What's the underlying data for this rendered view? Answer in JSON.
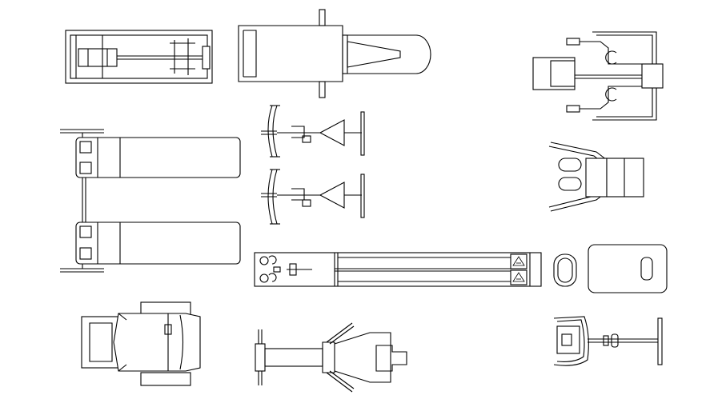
{
  "drawing": {
    "background": "#ffffff",
    "line_color": "#000000",
    "symbols": [
      {
        "id": "machine-top-left"
      },
      {
        "id": "leg-press-top"
      },
      {
        "id": "multi-station-top-right"
      },
      {
        "id": "bench-upper"
      },
      {
        "id": "bench-lower"
      },
      {
        "id": "cable-station-upper"
      },
      {
        "id": "cable-station-lower"
      },
      {
        "id": "recliner-right"
      },
      {
        "id": "long-rack"
      },
      {
        "id": "oval-pad"
      },
      {
        "id": "rounded-pad"
      },
      {
        "id": "armchair"
      },
      {
        "id": "hack-squat"
      },
      {
        "id": "chair-with-bar"
      }
    ]
  }
}
